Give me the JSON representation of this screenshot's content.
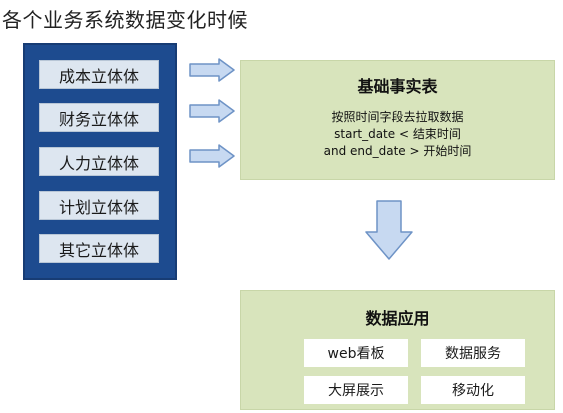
{
  "title": "各个业务系统数据变化时候",
  "cubes": [
    "成本立体体",
    "财务立体体",
    "人力立体体",
    "计划立体体",
    "其它立体体"
  ],
  "fact_table": {
    "title": "基础事实表",
    "desc_line1": "按照时间字段去拉取数据",
    "desc_line2": "start_date < 结束时间",
    "desc_line3": "and end_date > 开始时间"
  },
  "data_app": {
    "title": "数据应用",
    "items": [
      "web看板",
      "数据服务",
      "大屏展示",
      "移动化"
    ]
  },
  "colors": {
    "panel_blue": "#1d4b8f",
    "cube_item_fill": "#dde6f0",
    "box_green": "#d8e4bc",
    "arrow_fill": "#c7d9f1",
    "arrow_stroke": "#6e93c6"
  },
  "icons": {
    "flow_arrow_right": "right-arrow-icon",
    "flow_arrow_down": "down-arrow-icon"
  }
}
